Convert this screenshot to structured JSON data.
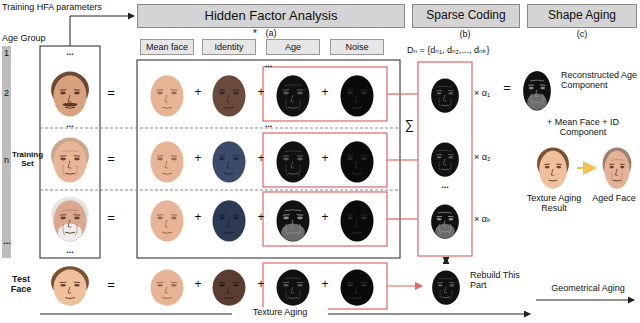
{
  "diagram": {
    "nodes": [
      {
        "text": [
          "Hidden Factor Analysis"
        ]
      },
      {
        "text": [
          "Sparse Coding"
        ]
      },
      {
        "text": [
          "Shape Aging"
        ]
      },
      {
        "text": [
          "Mean face"
        ]
      },
      {
        "text": [
          "Identity"
        ]
      },
      {
        "text": [
          "Age"
        ]
      },
      {
        "text": [
          "Noise"
        ]
      }
    ],
    "labels": [
      "Training HFA parameters",
      "*",
      "(a)",
      "(b)",
      "(c)",
      "Age Group",
      "1",
      "2",
      "n",
      "...",
      "...",
      "...",
      "...",
      "...",
      "...",
      "Training Set",
      "=",
      "+",
      "+",
      "+",
      "=",
      "+",
      "+",
      "+",
      "=",
      "+",
      "+",
      "+",
      "Test Face",
      "=",
      "+",
      "+",
      "+",
      "Dₙ = {dₙ₁, dₙ₂,..., dₙₖ}",
      "∑",
      "× α₁",
      "× α₂",
      "...",
      "× αₖ",
      "=",
      "Reconstructed Age Component",
      "+ Mean Face + ID Component",
      "Texture Aging Result",
      "Aged Face",
      "Rebuild This Part",
      "Geometrical Aging",
      "Texture Aging"
    ]
  }
}
